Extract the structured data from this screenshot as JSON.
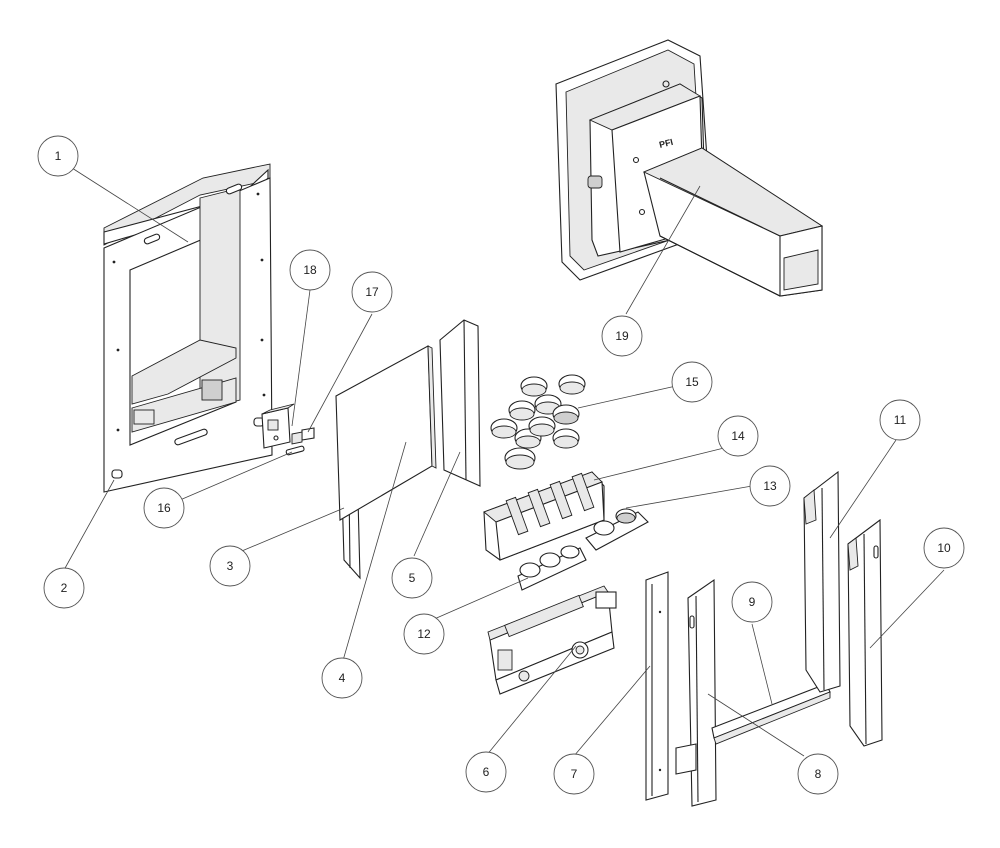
{
  "callouts": [
    {
      "id": "c1",
      "label": "1"
    },
    {
      "id": "c2",
      "label": "2"
    },
    {
      "id": "c3",
      "label": "3"
    },
    {
      "id": "c4",
      "label": "4"
    },
    {
      "id": "c5",
      "label": "5"
    },
    {
      "id": "c6",
      "label": "6"
    },
    {
      "id": "c7",
      "label": "7"
    },
    {
      "id": "c8",
      "label": "8"
    },
    {
      "id": "c9",
      "label": "9"
    },
    {
      "id": "c10",
      "label": "10"
    },
    {
      "id": "c11",
      "label": "11"
    },
    {
      "id": "c12",
      "label": "12"
    },
    {
      "id": "c13",
      "label": "13"
    },
    {
      "id": "c14",
      "label": "14"
    },
    {
      "id": "c15",
      "label": "15"
    },
    {
      "id": "c16",
      "label": "16"
    },
    {
      "id": "c17",
      "label": "17"
    },
    {
      "id": "c18",
      "label": "18"
    },
    {
      "id": "c19",
      "label": "19"
    }
  ],
  "unit_brand_text": "PFI"
}
